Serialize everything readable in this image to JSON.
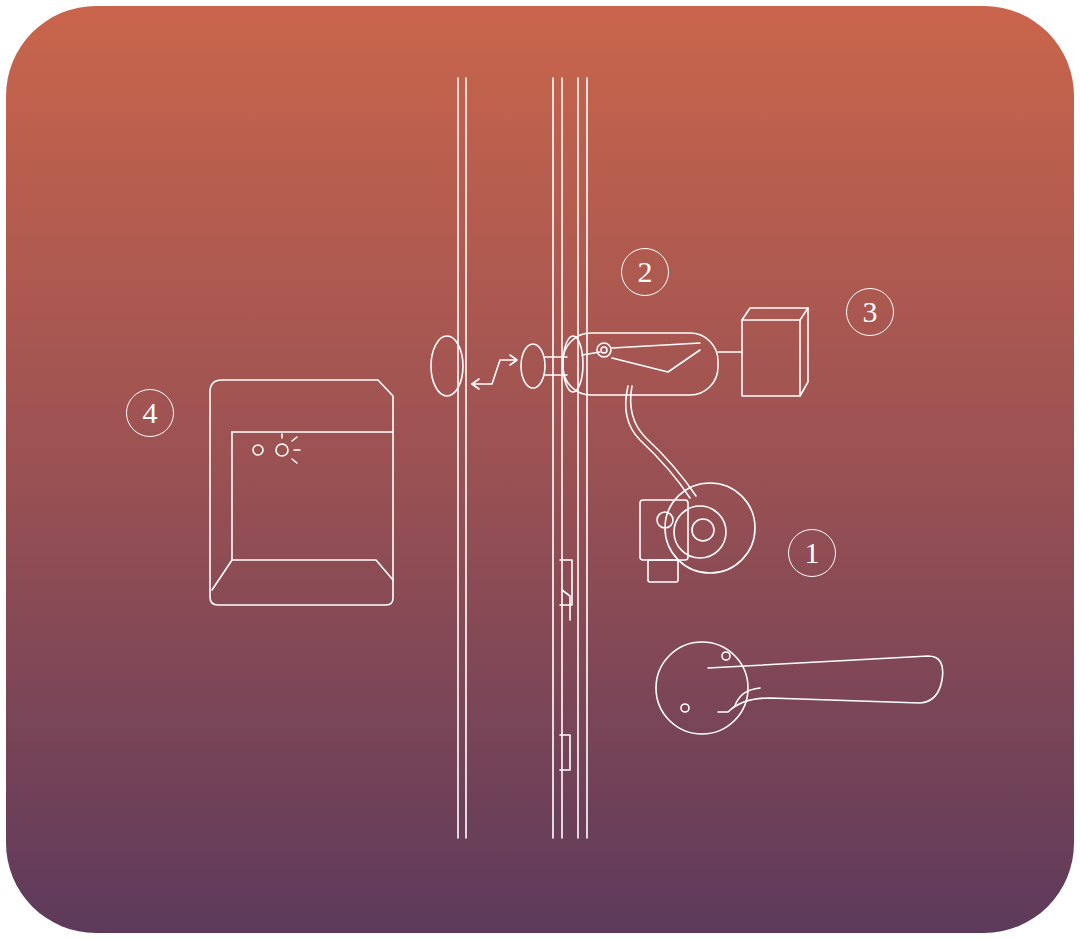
{
  "diagram": {
    "nodes": [
      {
        "text": [
          "2"
        ]
      },
      {
        "text": [
          "3"
        ]
      },
      {
        "text": [
          "4"
        ]
      },
      {
        "text": [
          "1"
        ]
      }
    ]
  }
}
